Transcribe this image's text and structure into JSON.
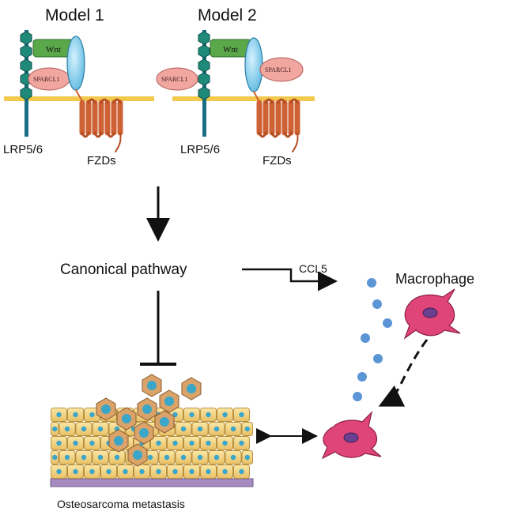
{
  "models": [
    {
      "title": "Model 1",
      "receptor": "LRP5/6",
      "fzd": "FZDs",
      "wnt": "Wnt",
      "sparc": "SPARCL1"
    },
    {
      "title": "Model 2",
      "receptor": "LRP5/6",
      "fzd": "FZDs",
      "wnt": "Wnt",
      "sparc_left": "SPARCL1",
      "sparc_right": "SPARCL1"
    }
  ],
  "pathway": "Canonical pathway",
  "chemokine": "CCL5",
  "macrophage": "Macrophage",
  "tumor": "Osteosarcoma metastasis",
  "colors": {
    "membrane": "#f2c94c",
    "lrp": "#1b6f85",
    "lrp_node": "#1f8a7a",
    "wnt": "#5aa84a",
    "sparcl1": "#f1a6a0",
    "fzd_body": "#cf6234",
    "fzd_top": "#e07a45",
    "dvl": "#8fd3ef",
    "ccl5_dot": "#5b95d6",
    "macrophage": "#e0457a",
    "macrophage_nucleus": "#6b3f8f",
    "cell_fill": "#f7d88a",
    "cell_nucleus": "#3aa6c9"
  }
}
